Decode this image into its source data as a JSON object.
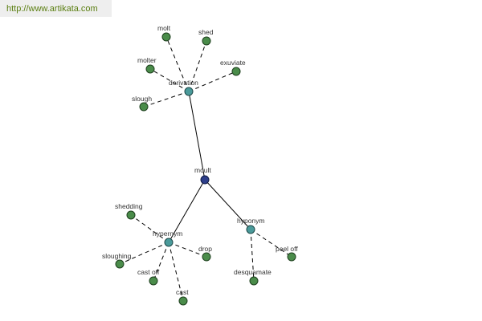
{
  "source_url": "http://www.artikata.com",
  "diagram": {
    "root": "moult",
    "relations": [
      {
        "label": "derivation",
        "children": [
          "molt",
          "shed",
          "molter",
          "exuviate",
          "slough"
        ]
      },
      {
        "label": "hypernym",
        "children": [
          "shedding",
          "sloughing",
          "cast off",
          "cast",
          "drop"
        ]
      },
      {
        "label": "hyponym",
        "children": [
          "peel off",
          "desquamate"
        ]
      }
    ]
  },
  "colors": {
    "leaf": "#4a8c4a",
    "relation": "#4a9a9a",
    "root": "#2d3e8a",
    "url_text": "#5a7e10",
    "banner": "#eeeeee"
  }
}
